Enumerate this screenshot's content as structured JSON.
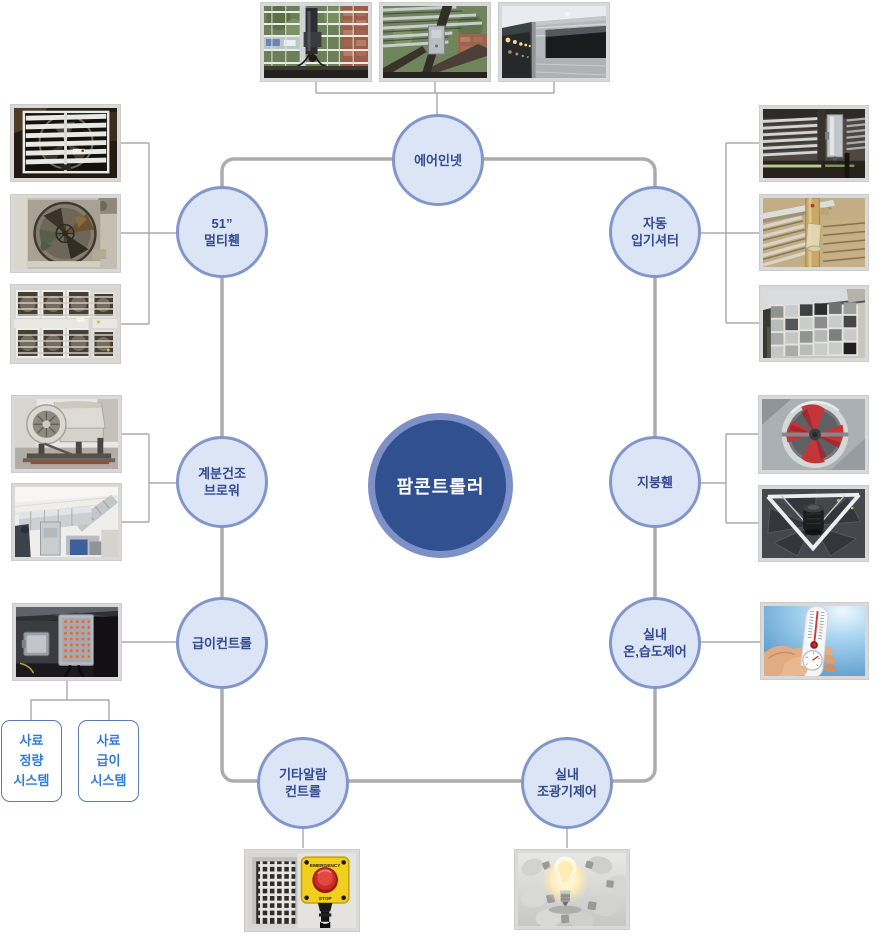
{
  "colors": {
    "node_fill": "#dbe5f6",
    "node_border": "#8296cc",
    "node_text": "#34498f",
    "hub_fill": "#31508f",
    "hub_ring": "#7d90c8",
    "hub_text": "#ffffff",
    "ring_line": "#acacac",
    "thin_line": "#9b9b9b",
    "photo_frame": "#d9d9d9",
    "feedbox_border": "#5b79b8",
    "feedbox_text": "#2f7cd8"
  },
  "hub": {
    "label": "팜콘트롤러"
  },
  "nodes": {
    "air_inlet": {
      "label": "에어인넷"
    },
    "multi_fan": {
      "label": "51”\n멀티휀"
    },
    "auto_shutter": {
      "label": "자동\n입기셔터"
    },
    "manure_blower": {
      "label": "계분건조\n브로워"
    },
    "roof_fan": {
      "label": "지붕휀"
    },
    "feed_control": {
      "label": "급이컨트롤"
    },
    "temp_humidity": {
      "label": "실내\n온,습도제어"
    },
    "alarm_control": {
      "label": "기타알람\n컨트롤"
    },
    "light_dimming": {
      "label": "실내\n조광기제어"
    }
  },
  "feed_boxes": {
    "weighing": {
      "label": "사료\n정량\n시스템"
    },
    "feeding": {
      "label": "사료\n급이\n시스템"
    }
  },
  "photos": [
    {
      "id": "air-inlet-actuator-photo",
      "name": "air inlet actuator on louvered window"
    },
    {
      "id": "air-inlet-louver-photo",
      "name": "air inlet louver window with control box"
    },
    {
      "id": "air-inlet-inside-photo",
      "name": "air inlet opening inside poultry house"
    },
    {
      "id": "multi-fan-shutter-photo",
      "name": "51 inch exhaust fan with white shutter"
    },
    {
      "id": "multi-fan-closeup-photo",
      "name": "51 inch multi fan close-up"
    },
    {
      "id": "multi-fan-bank-photo",
      "name": "bank of exhaust fans on wall"
    },
    {
      "id": "manure-blower-photo",
      "name": "manure drying blower unit"
    },
    {
      "id": "manure-duct-photo",
      "name": "manure drying blower ducts"
    },
    {
      "id": "feed-control-box-photo",
      "name": "feeding control box with indicator lights"
    },
    {
      "id": "auto-shutter-actuator-photo",
      "name": "automatic inlet shutter actuator"
    },
    {
      "id": "auto-shutter-closeup-photo",
      "name": "automatic inlet shutter mechanism close-up"
    },
    {
      "id": "auto-shutter-wall-photo",
      "name": "wall of automatic inlet shutters"
    },
    {
      "id": "roof-fan-red-photo",
      "name": "roof fan with red blades"
    },
    {
      "id": "roof-fan-motor-photo",
      "name": "roof fan motor with frame"
    },
    {
      "id": "thermometer-photo",
      "name": "hand holding thermo-hygrometer against sky"
    },
    {
      "id": "emergency-stop-photo",
      "name": "emergency stop button on control cabinet"
    },
    {
      "id": "light-bulbs-photo",
      "name": "glowing light bulb among gray bulbs"
    }
  ],
  "emergency_button": {
    "line1": "EMERGENCY",
    "line2": "STOP"
  }
}
